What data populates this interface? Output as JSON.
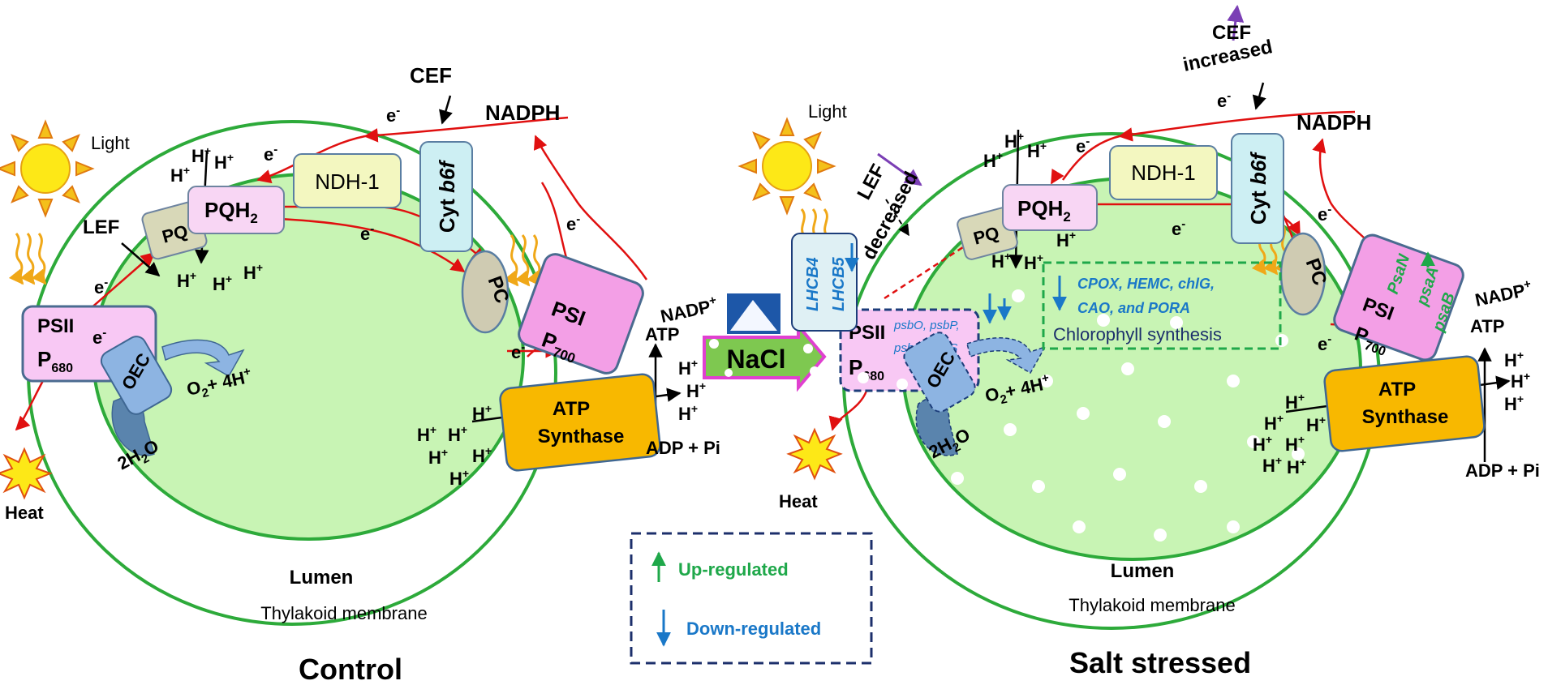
{
  "control": {
    "title": "Control",
    "light": "Light",
    "lef": "LEF",
    "cef": "CEF",
    "nadph": "NADPH",
    "nadp": "NADP",
    "nadp_sup": "+",
    "ndh": "NDH-1",
    "cyt": "Cyt",
    "cyt_it": "b6f",
    "pq": "PQ",
    "pqh": "PQH",
    "pqh_sub": "2",
    "pc": "PC",
    "psii": "PSII",
    "p680": "P",
    "p680_sub": "680",
    "psi": "PSI",
    "p700": "P",
    "p700_sub": "700",
    "oec": "OEC",
    "o2": "O",
    "o2_sub": "2",
    "o2_rest": "+ 4H",
    "o2_sup": "+",
    "h2o_pre": "2H",
    "h2o_sub": "2",
    "h2o_post": "O",
    "atp": "ATP",
    "atp_box1": "ATP",
    "atp_box2": "Synthase",
    "adp": "ADP + Pi",
    "heat": "Heat",
    "lumen": "Lumen",
    "membrane": "Thylakoid membrane",
    "e": "e",
    "e_sup": "-",
    "h": "H",
    "h_sup": "+"
  },
  "salt": {
    "title": "Salt stressed",
    "light": "Light",
    "lef": "LEF",
    "lef_note": "decreased",
    "cef": "CEF",
    "cef_note": "increased",
    "nadph": "NADPH",
    "nadp": "NADP",
    "nadp_sup": "+",
    "ndh": "NDH-1",
    "cyt": "Cyt",
    "cyt_it": "b6f",
    "pq": "PQ",
    "pqh": "PQH",
    "pqh_sub": "2",
    "pc": "PC",
    "psii": "PSII",
    "p680": "P",
    "p680_sub": "680",
    "psbo": "psbO, psbP,",
    "psbq": "psbQ, psbS",
    "lhcb4": "LHCB4",
    "lhcb5": "LHCB5",
    "psi": "PSI",
    "p700": "P",
    "p700_sub": "700",
    "psan": "PsaN",
    "psaa": "psaA",
    "psab": "psaB",
    "oec": "OEC",
    "o2": "O",
    "o2_sub": "2",
    "o2_rest": "+ 4H",
    "o2_sup": "+",
    "h2o_pre": "2H",
    "h2o_sub": "2",
    "h2o_post": "O",
    "atp": "ATP",
    "atp_box1": "ATP",
    "atp_box2": "Synthase",
    "adp": "ADP + Pi",
    "heat": "Heat",
    "lumen": "Lumen",
    "membrane": "Thylakoid membrane",
    "genes1": "CPOX, HEMC, chlG,",
    "genes2": "CAO, and PORA",
    "chl_synth": "Chlorophyll synthesis"
  },
  "nacl": "NaCl",
  "legend": {
    "up": "Up-regulated",
    "down": "Down-regulated"
  },
  "colors": {
    "stroma_fill": "#c8f4b4",
    "membrane": "#2daa3a",
    "electron_arrow": "#e01010",
    "up": "#1fa84a",
    "down": "#1a78c8",
    "purple": "#7b3fb5",
    "legend_border": "#1c2f6b"
  }
}
